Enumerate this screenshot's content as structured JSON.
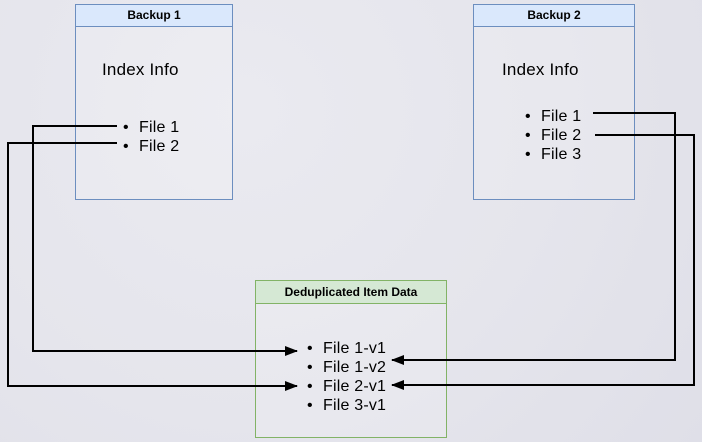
{
  "diagram": {
    "backup1": {
      "title": "Backup 1",
      "subtitle": "Index Info",
      "items": [
        "File 1",
        "File 2"
      ]
    },
    "backup2": {
      "title": "Backup 2",
      "subtitle": "Index Info",
      "items": [
        "File 1",
        "File 2",
        "File 3"
      ]
    },
    "dedup": {
      "title": "Deduplicated Item Data",
      "items": [
        "File 1-v1",
        "File 1-v2",
        "File 2-v1",
        "File 3-v1"
      ]
    },
    "connections": [
      {
        "from": "Backup 1 / File 1",
        "to": "Deduplicated Item Data / File 1-v1",
        "route": "left"
      },
      {
        "from": "Backup 1 / File 2",
        "to": "Deduplicated Item Data / File 2-v1",
        "route": "left"
      },
      {
        "from": "Backup 2 / File 1",
        "to": "Deduplicated Item Data / File 1-v2",
        "route": "right"
      },
      {
        "from": "Backup 2 / File 2",
        "to": "Deduplicated Item Data / File 2-v1",
        "route": "right"
      }
    ],
    "colors": {
      "backup_border": "#6c8ebf",
      "backup_header_fill": "#dae8fc",
      "dedup_border": "#82b366",
      "dedup_header_fill": "#d5e8d4",
      "arrow": "#000000",
      "background": "#e5e5ec"
    }
  }
}
